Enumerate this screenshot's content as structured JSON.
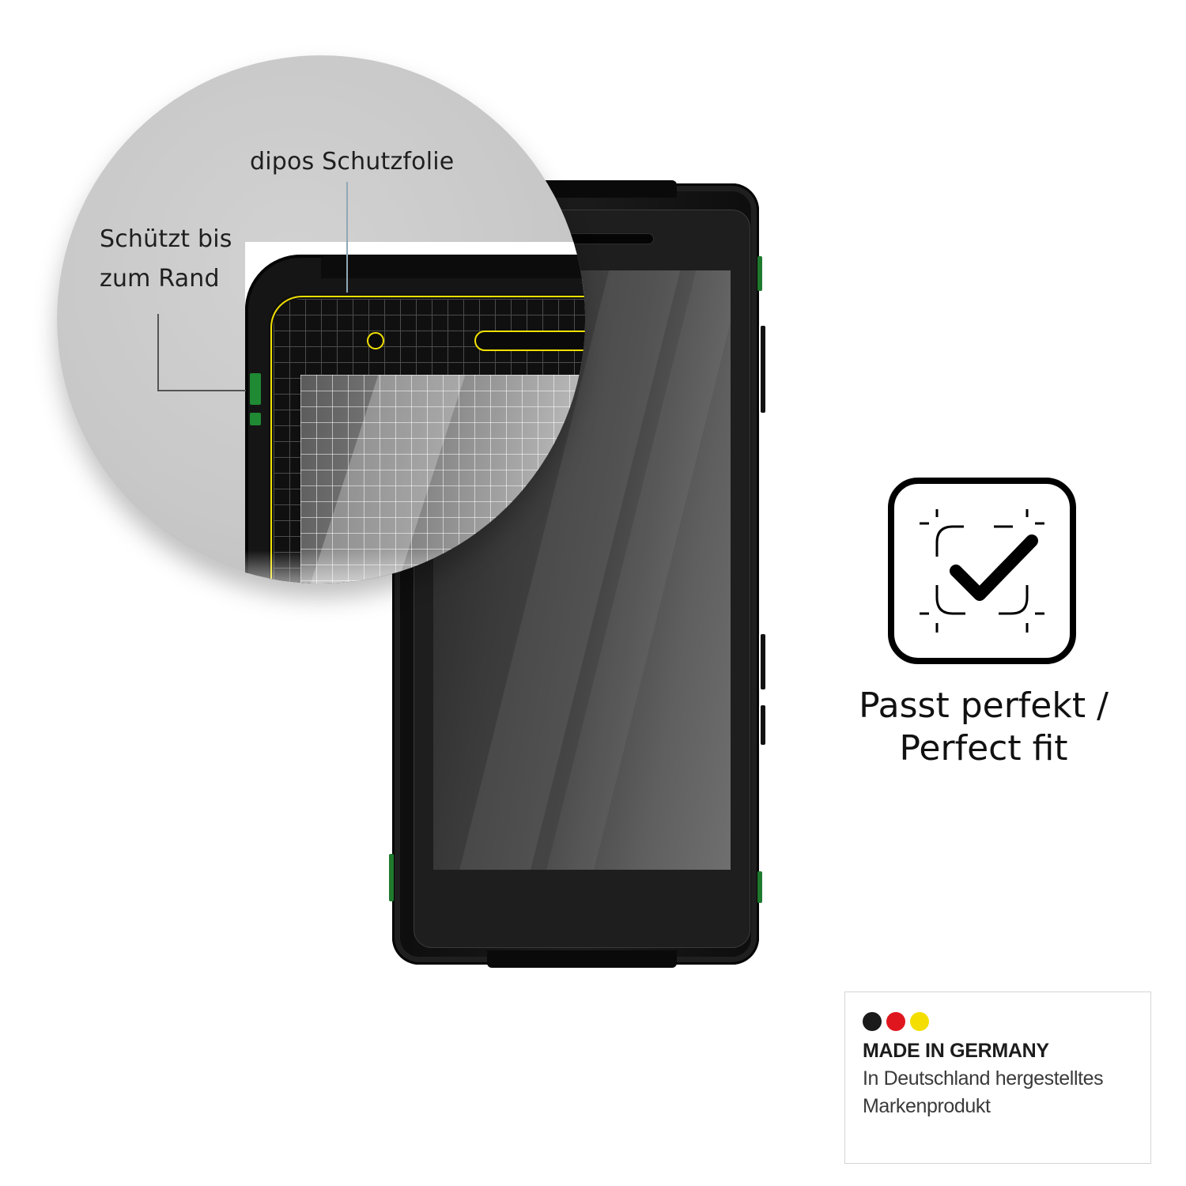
{
  "magnifier": {
    "foil_label": "dipos Schutzfolie",
    "edge_label": "Schützt bis zum Rand",
    "foil_outline_color": "#f2e100"
  },
  "fit_badge": {
    "icon": "checkmark-in-frame-icon",
    "caption_line1": "Passt perfekt /",
    "caption_line2": "Perfect fit"
  },
  "made_in_germany": {
    "flag_colors": [
      "#1a1a1a",
      "#e0161e",
      "#f4de00"
    ],
    "title": "MADE IN GERMANY",
    "line1": "In Deutschland hergestelltes",
    "line2": "Markenprodukt"
  }
}
